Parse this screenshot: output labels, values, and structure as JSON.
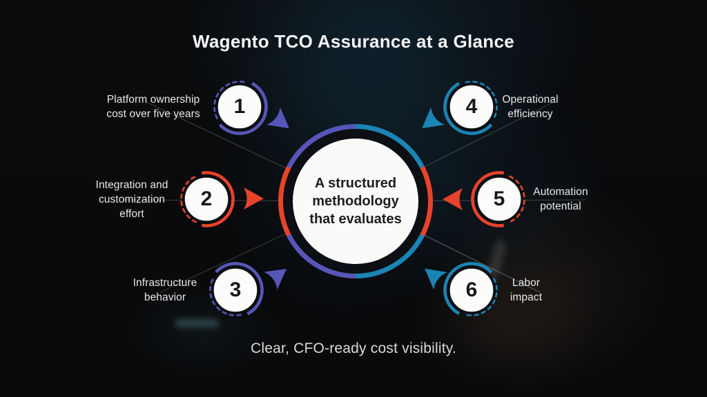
{
  "title": "Wagento TCO Assurance at a Glance",
  "center": {
    "lines": [
      "A structured",
      "methodology",
      "that evaluates"
    ],
    "text": "A structured methodology that evaluates"
  },
  "caption": "Clear, CFO-ready cost visibility.",
  "colors": {
    "purple": "#5756b8",
    "blue": "#1b84b4",
    "red": "#e8432b",
    "node_fill": "#fcfcfb",
    "background": "#0a0c0e",
    "text_light": "#e8e9ea",
    "text_dark": "#1c1d20"
  },
  "nodes": [
    {
      "number": "1",
      "label": "Platform ownership cost over five years",
      "label_lines": [
        "Platform ownership",
        "cost over five years"
      ],
      "color": "#5756b8",
      "color_name": "purple",
      "position": "top-left"
    },
    {
      "number": "2",
      "label": "Integration and customization effort",
      "label_lines": [
        "Integration and",
        "customization",
        "effort"
      ],
      "color": "#e8432b",
      "color_name": "red",
      "position": "middle-left"
    },
    {
      "number": "3",
      "label": "Infrastructure behavior",
      "label_lines": [
        "Infrastructure",
        "behavior"
      ],
      "color": "#5756b8",
      "color_name": "purple",
      "position": "bottom-left"
    },
    {
      "number": "4",
      "label": "Operational efficiency",
      "label_lines": [
        "Operational",
        "efficiency"
      ],
      "color": "#1b84b4",
      "color_name": "blue",
      "position": "top-right"
    },
    {
      "number": "5",
      "label": "Automation potential",
      "label_lines": [
        "Automation",
        "potential"
      ],
      "color": "#e8432b",
      "color_name": "red",
      "position": "middle-right"
    },
    {
      "number": "6",
      "label": "Labor impact",
      "label_lines": [
        "Labor",
        "impact"
      ],
      "color": "#1b84b4",
      "color_name": "blue",
      "position": "bottom-right"
    }
  ]
}
